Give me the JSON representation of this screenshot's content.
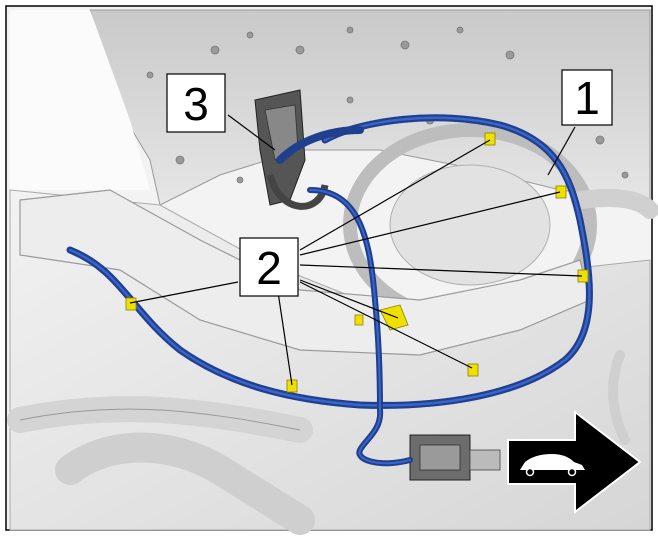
{
  "callouts": {
    "c1": "1",
    "c2": "2",
    "c3": "3"
  },
  "icons": {
    "direction": "arrow-with-car-icon"
  },
  "colors": {
    "harness": "#1f3f8f",
    "clip": "#f0e000",
    "background_part": "#e9e9e9",
    "dark_panel": "#b8b8b8",
    "line": "#000000"
  }
}
